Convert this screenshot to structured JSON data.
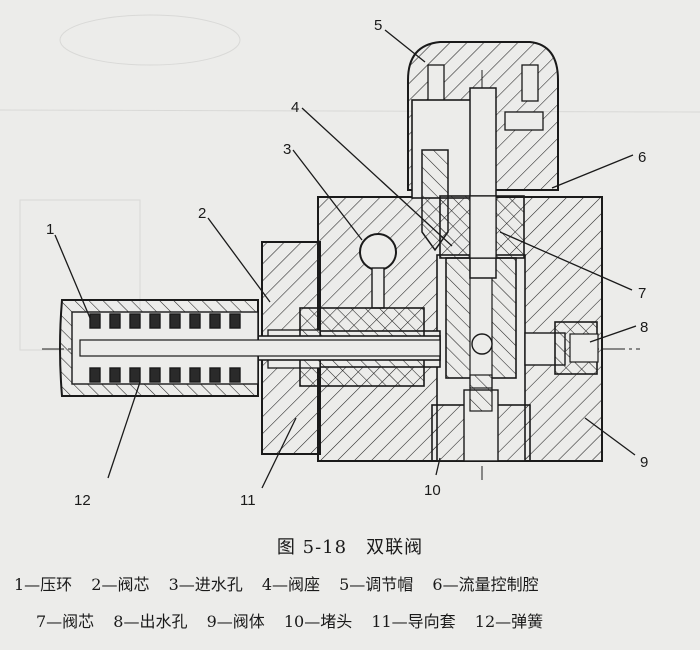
{
  "figure": {
    "caption": "图 5-18　双联阀",
    "callouts": [
      "1",
      "2",
      "3",
      "4",
      "5",
      "6",
      "7",
      "8",
      "9",
      "10",
      "11",
      "12"
    ]
  },
  "legend": {
    "row1": [
      "1—压环",
      "2—阀芯",
      "3—进水孔",
      "4—阀座",
      "5—调节帽",
      "6—流量控制腔"
    ],
    "row2": [
      "7—阀芯",
      "8—出水孔",
      "9—阀体",
      "10—堵头",
      "11—导向套",
      "12—弹簧"
    ]
  }
}
